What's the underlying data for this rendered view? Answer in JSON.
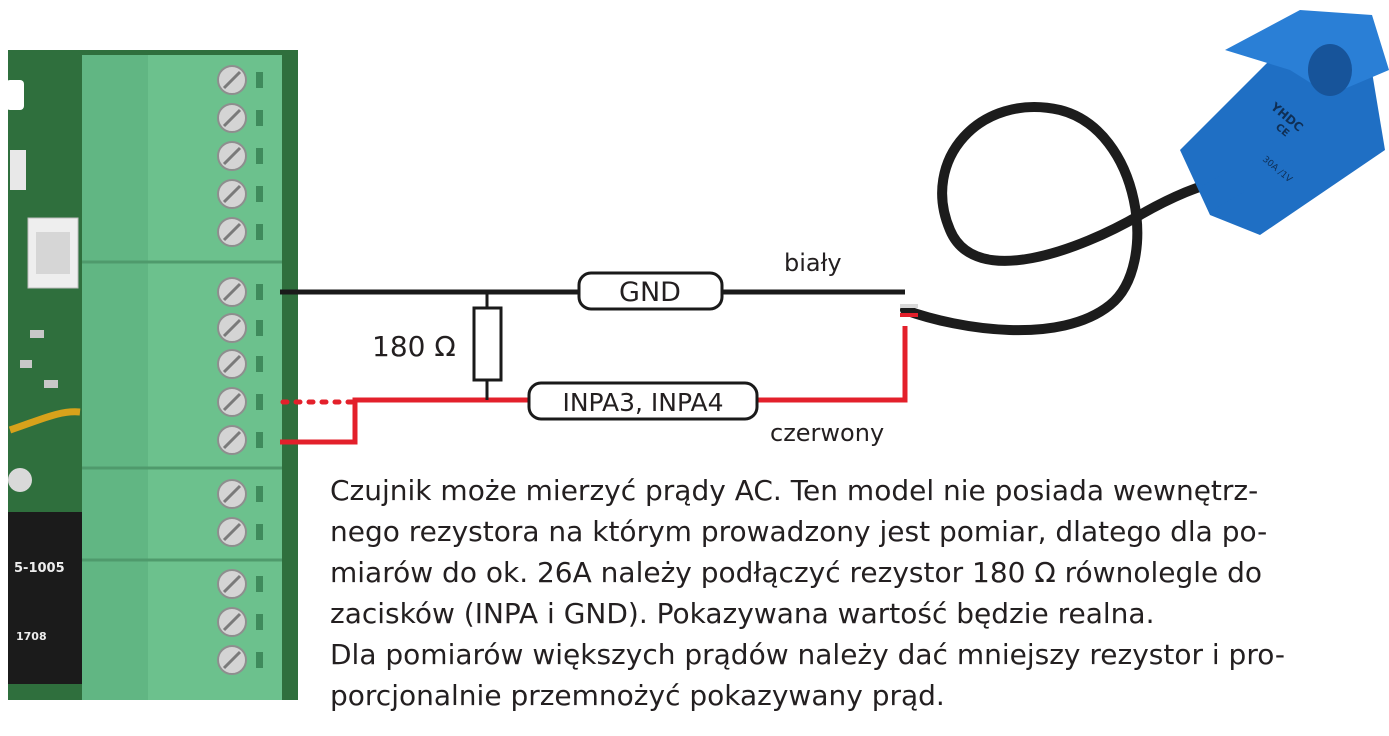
{
  "colors": {
    "wire_gnd": "#1a1a1a",
    "wire_signal": "#e3202b",
    "terminal_green": "#6cc18d",
    "pcb_green": "#2f6f3d",
    "sensor_blue": "#1f6fc4"
  },
  "diagram": {
    "gnd_label": "GND",
    "input_label": "INPA3, INPA4",
    "resistor_label": "180 Ω",
    "white_wire_label": "biały",
    "red_wire_label": "czerwony"
  },
  "board": {
    "relay_text": "5-1005",
    "cert_text": "1708"
  },
  "sensor": {
    "brand_text": "YHDC",
    "ce_text": "CE",
    "rating_text": "30A /1V"
  },
  "description": {
    "lines": [
      "Czujnik może mierzyć prądy AC. Ten model nie posiada wewnętrz-",
      "nego rezystora na którym prowadzony jest pomiar, dlatego dla po-",
      "miarów do ok. 26A należy podłączyć rezystor 180 Ω równolegle do",
      "zacisków (INPA i GND). Pokazywana wartość będzie realna.",
      "Dla pomiarów większych prądów należy dać mniejszy rezystor i pro-",
      "porcjonalnie przemnożyć pokazywany prąd."
    ]
  }
}
